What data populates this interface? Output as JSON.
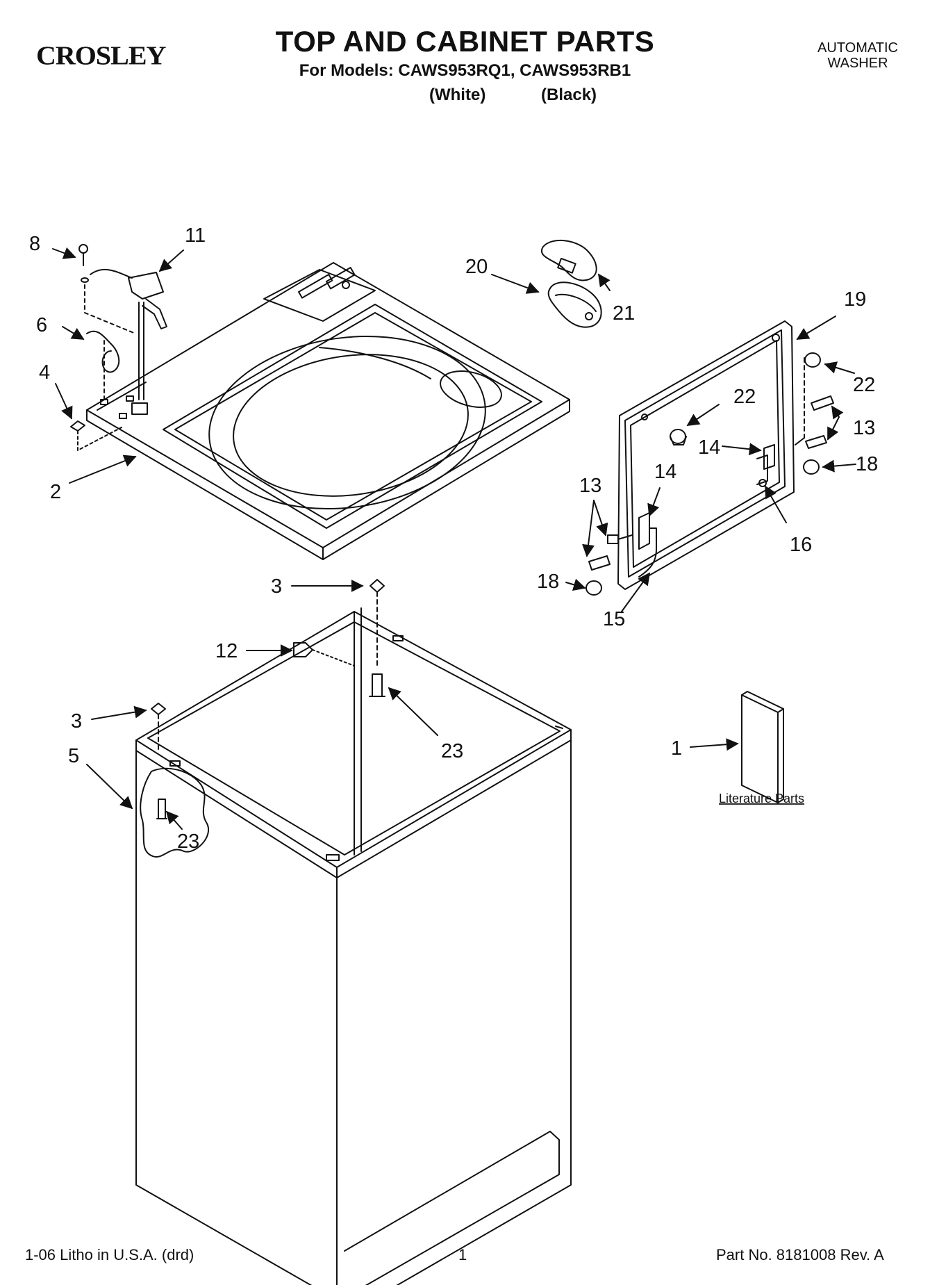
{
  "header": {
    "brand": "CROSLEY",
    "title": "TOP AND CABINET PARTS",
    "models_line": "For Models: CAWS953RQ1, CAWS953RB1",
    "variant_white": "(White)",
    "variant_black": "(Black)",
    "product_line1": "AUTOMATIC",
    "product_line2": "WASHER"
  },
  "callouts": {
    "c1": "1",
    "c2": "2",
    "c3a": "3",
    "c3b": "3",
    "c4": "4",
    "c5": "5",
    "c6": "6",
    "c8": "8",
    "c11": "11",
    "c12": "12",
    "c13a": "13",
    "c13b": "13",
    "c14a": "14",
    "c14b": "14",
    "c15": "15",
    "c16": "16",
    "c18a": "18",
    "c18b": "18",
    "c19": "19",
    "c20": "20",
    "c21": "21",
    "c22a": "22",
    "c22b": "22",
    "c23a": "23",
    "c23b": "23"
  },
  "literature_label": "Literature Parts",
  "footer": {
    "left": "1-06 Litho in U.S.A. (drd)",
    "center": "1",
    "right": "Part No. 8181008 Rev. A"
  }
}
